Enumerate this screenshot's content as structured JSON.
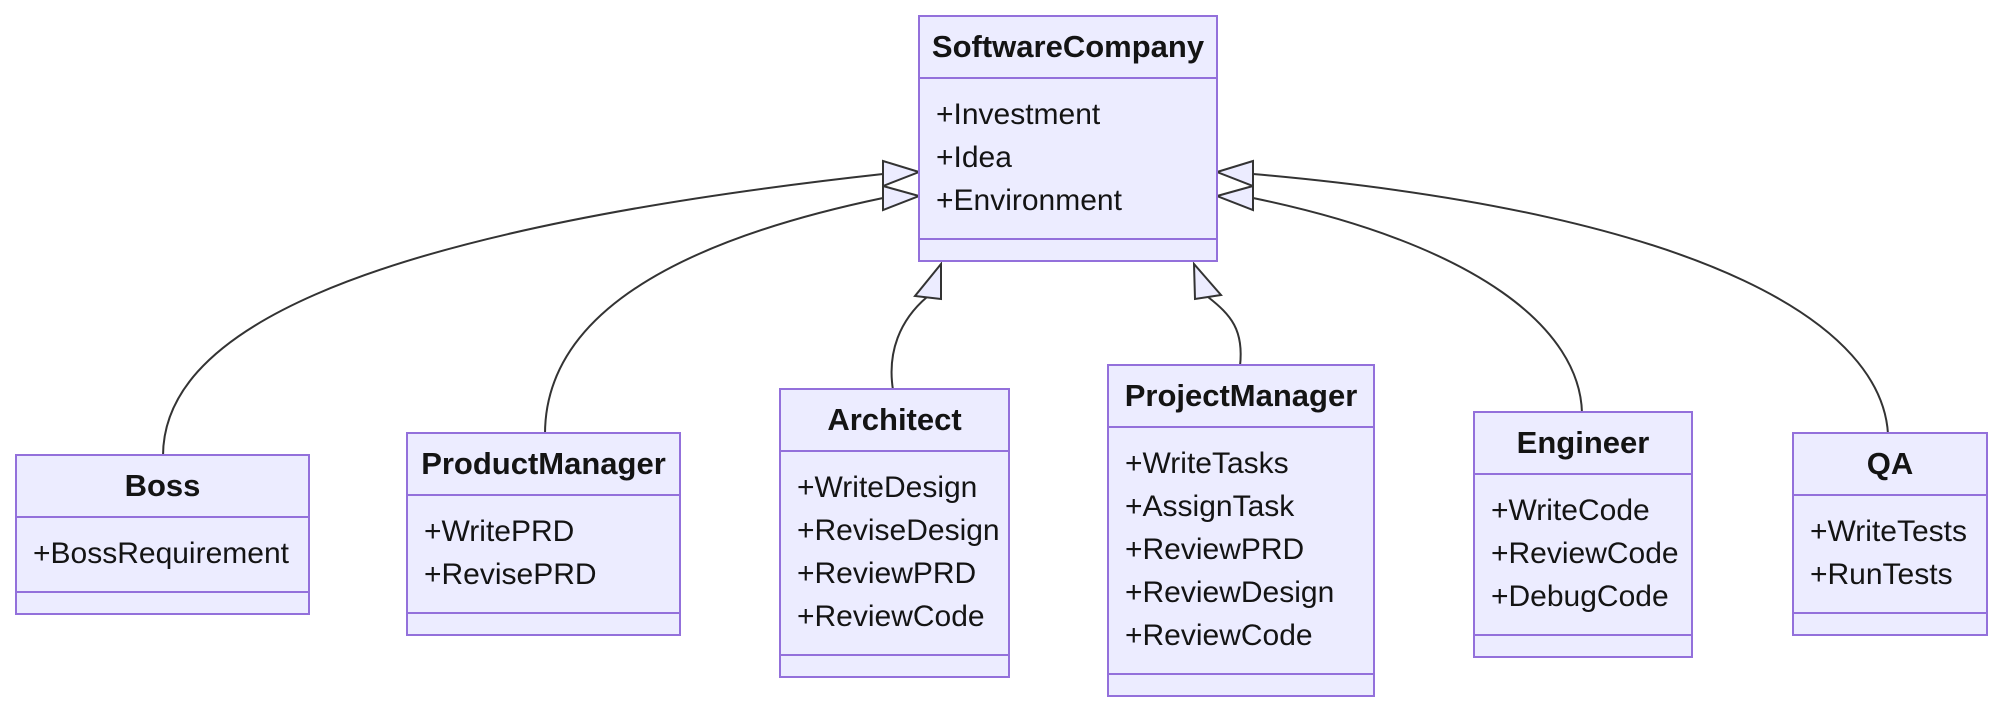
{
  "diagram": {
    "kind": "uml-class-diagram",
    "colors": {
      "node_fill": "#ECECFF",
      "node_border": "#9370DB",
      "edge_stroke": "#333333",
      "text": "#141414",
      "background": "#FFFFFF"
    },
    "classes": [
      {
        "name": "SoftwareCompany",
        "attributes": [
          "+Investment",
          "+Idea",
          "+Environment"
        ],
        "methods": []
      },
      {
        "name": "Boss",
        "attributes": [
          "+BossRequirement"
        ],
        "methods": []
      },
      {
        "name": "ProductManager",
        "attributes": [
          "+WritePRD",
          "+RevisePRD"
        ],
        "methods": []
      },
      {
        "name": "Architect",
        "attributes": [
          "+WriteDesign",
          "+ReviseDesign",
          "+ReviewPRD",
          "+ReviewCode"
        ],
        "methods": []
      },
      {
        "name": "ProjectManager",
        "attributes": [
          "+WriteTasks",
          "+AssignTask",
          "+ReviewPRD",
          "+ReviewDesign",
          "+ReviewCode"
        ],
        "methods": []
      },
      {
        "name": "Engineer",
        "attributes": [
          "+WriteCode",
          "+ReviewCode",
          "+DebugCode"
        ],
        "methods": []
      },
      {
        "name": "QA",
        "attributes": [
          "+WriteTests",
          "+RunTests"
        ],
        "methods": []
      }
    ],
    "relationships": [
      {
        "from": "Boss",
        "to": "SoftwareCompany",
        "type": "inheritance"
      },
      {
        "from": "ProductManager",
        "to": "SoftwareCompany",
        "type": "inheritance"
      },
      {
        "from": "Architect",
        "to": "SoftwareCompany",
        "type": "inheritance"
      },
      {
        "from": "ProjectManager",
        "to": "SoftwareCompany",
        "type": "inheritance"
      },
      {
        "from": "Engineer",
        "to": "SoftwareCompany",
        "type": "inheritance"
      },
      {
        "from": "QA",
        "to": "SoftwareCompany",
        "type": "inheritance"
      }
    ]
  }
}
